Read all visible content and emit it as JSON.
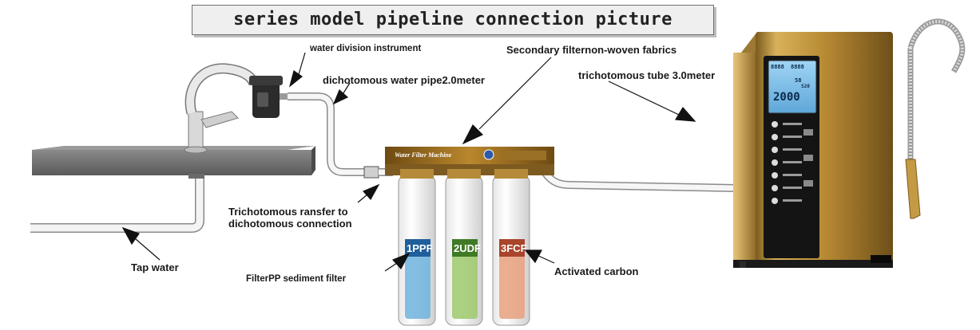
{
  "title": "series model pipeline connection picture",
  "labels": {
    "water_division_instrument": "water division instrument",
    "secondary_filter": "Secondary filternon-woven fabrics",
    "dichotomous_pipe": "dichotomous water pipe2.0meter",
    "trichotomous_tube": "trichotomous tube 3.0meter",
    "trichotomous_transfer": "Trichotomous ransfer to dichotomous connection",
    "tap_water": "Tap water",
    "filter_pp": "FilterPP sediment filter",
    "activated_carbon": "Activated carbon"
  },
  "filter_housing": {
    "brand": "Water Filter Machine"
  },
  "filters": [
    {
      "number": "1",
      "code": "PPF",
      "color": "#6fb3dd"
    },
    {
      "number": "2",
      "code": "UDF",
      "color": "#9cc96b"
    },
    {
      "number": "3",
      "code": "FCF",
      "color": "#e8a07e"
    }
  ],
  "ionizer": {
    "display_main": "2000",
    "display_top_left": "8888",
    "display_top_right": "8888",
    "display_mid": "58",
    "display_mid_right": "520",
    "body_color": "#c89a3c"
  }
}
